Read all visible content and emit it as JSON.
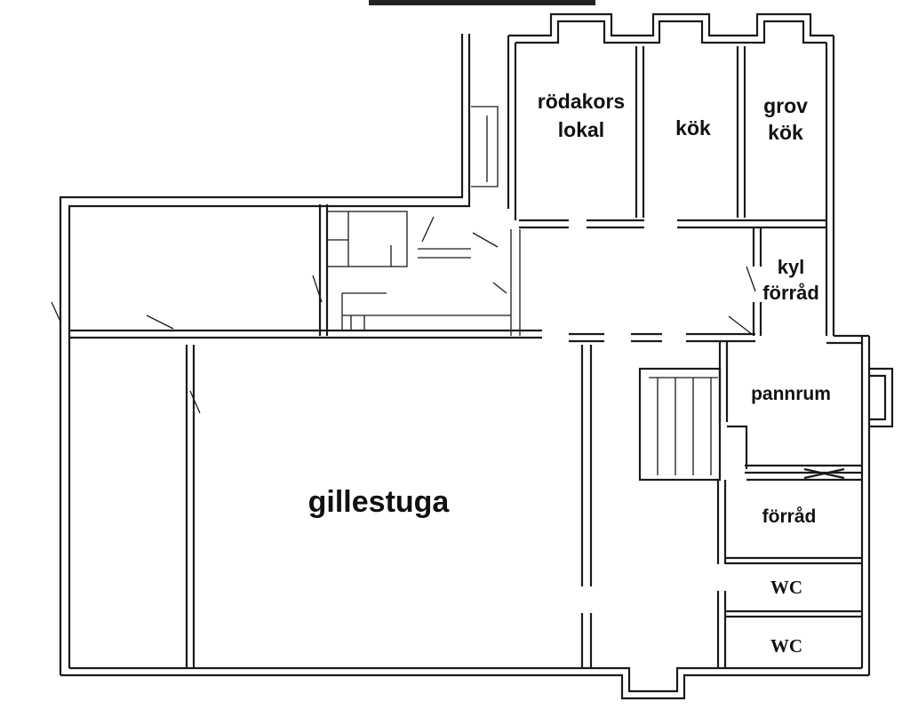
{
  "rooms": {
    "rodakors_line1": "rödakors",
    "rodakors_line2": "lokal",
    "kok": "kök",
    "grov_line1": "grov",
    "grov_line2": "kök",
    "kyl_line1": "kyl",
    "kyl_line2": "förråd",
    "pannrum": "pannrum",
    "forrad": "förråd",
    "gillestuga": "gillestuga",
    "wc1": "WC",
    "wc2": "WC"
  }
}
